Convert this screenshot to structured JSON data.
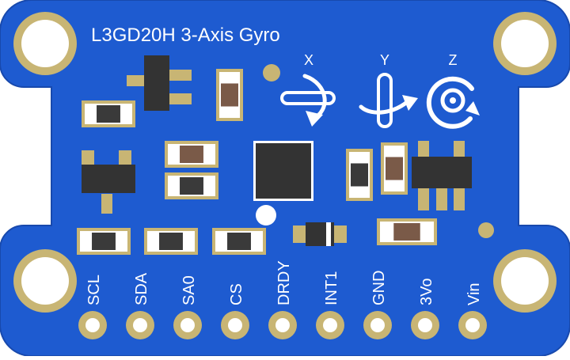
{
  "board": {
    "title": "L3GD20H 3-Axis Gyro",
    "axes": [
      "X",
      "Y",
      "Z"
    ],
    "pins": [
      "SCL",
      "SDA",
      "SA0",
      "CS",
      "DRDY",
      "INT1",
      "GND",
      "3Vo",
      "Vin"
    ]
  },
  "colors": {
    "pcb": "#1e5bd0",
    "pcb_edge": "#1849ad",
    "silkscreen": "#ffffff",
    "gold": "#c8b574",
    "gold_dark": "#8e7a3c",
    "chip": "#333333",
    "ceramic_brown": "#7a5a48",
    "ceramic_dark": "#3a3a3a"
  },
  "icons": {
    "x_axis": "rotation-x-icon",
    "y_axis": "rotation-y-icon",
    "z_axis": "rotation-z-icon"
  }
}
